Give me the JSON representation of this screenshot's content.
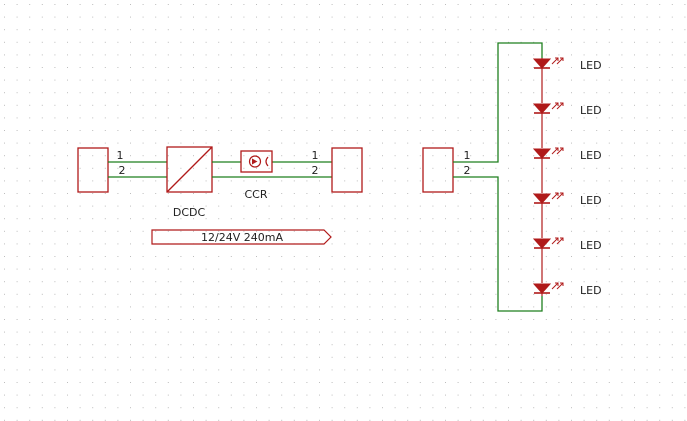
{
  "colors": {
    "background": "#ffffff",
    "grid_dot": "#bdbdbd",
    "component": "#b01a1a",
    "wire": "#1f7f1f",
    "text": "#222222"
  },
  "left_circuit": {
    "connector_in": {
      "pins": [
        {
          "number": "1"
        },
        {
          "number": "2"
        }
      ]
    },
    "dcdc": {
      "label": "DCDC"
    },
    "ccr": {
      "label": "CCR"
    },
    "connector_out": {
      "pins": [
        {
          "number": "1"
        },
        {
          "number": "2"
        }
      ]
    },
    "net_label": {
      "text": "12/24V 240mA"
    }
  },
  "right_circuit": {
    "connector": {
      "pins": [
        {
          "number": "1"
        },
        {
          "number": "2"
        }
      ]
    },
    "leds": [
      {
        "label": "LED"
      },
      {
        "label": "LED"
      },
      {
        "label": "LED"
      },
      {
        "label": "LED"
      },
      {
        "label": "LED"
      },
      {
        "label": "LED"
      }
    ]
  }
}
